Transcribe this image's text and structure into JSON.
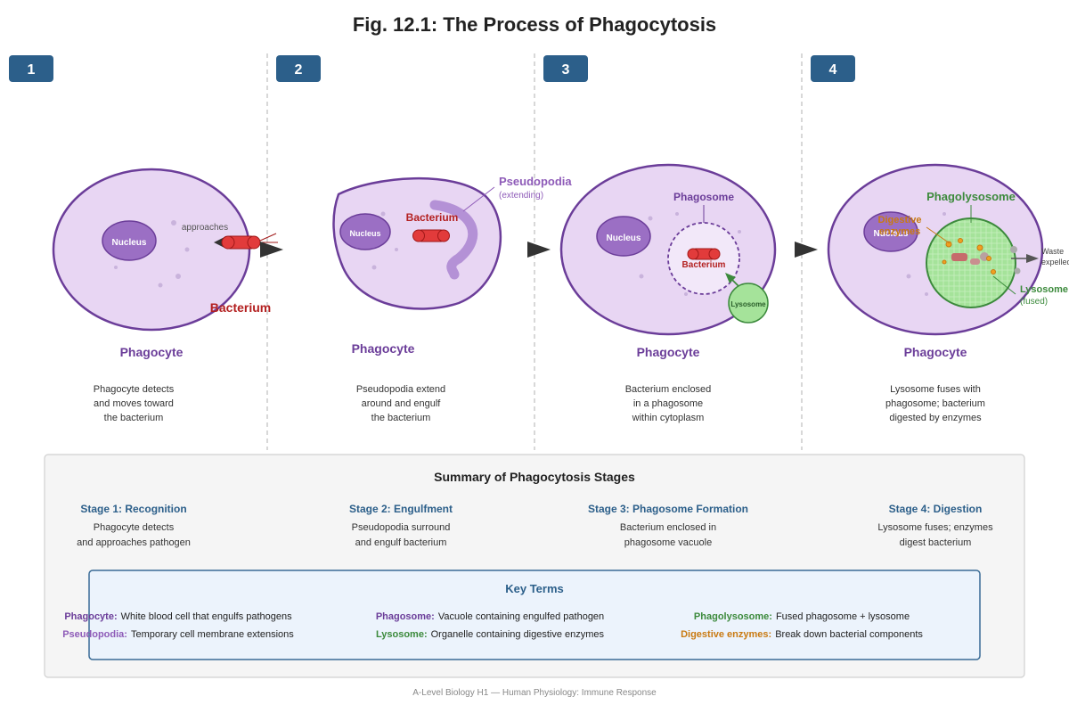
{
  "title": "Fig. 12.1: The Process of Phagocytosis",
  "colors": {
    "cell_fill": "#e8d6f3",
    "cell_stroke": "#6b3d99",
    "nucleus_fill": "#9b6fc4",
    "bacterium": "#e23b3b",
    "bacterium_text": "#b32020",
    "lysosome_fill": "#a5e39a",
    "lysosome_stroke": "#3c8a3c",
    "badge": "#2c5f8a",
    "purple_label": "#6b3d99",
    "pseudopodia_label": "#8e5bb8",
    "orange": "#c97a12",
    "green_label": "#3c8a3c"
  },
  "stages": [
    {
      "number": "1",
      "nucleus": "Nucleus",
      "bacterium": "Bacterium",
      "approaches": "approaches",
      "cell_label": "Phagocyte",
      "description": [
        "Phagocyte detects",
        "and moves toward",
        "the bacterium"
      ]
    },
    {
      "number": "2",
      "nucleus": "Nucleus",
      "bacterium": "Bacterium",
      "pseudopodia": "Pseudopodia",
      "pseudopodia_note": "(extending)",
      "cell_label": "Phagocyte",
      "description": [
        "Pseudopodia extend",
        "around and engulf",
        "the bacterium"
      ]
    },
    {
      "number": "3",
      "nucleus": "Nucleus",
      "phagosome": "Phagosome",
      "bacterium": "Bacterium",
      "lysosome": "Lysosome",
      "cell_label": "Phagocyte",
      "description": [
        "Bacterium enclosed",
        "in a phagosome",
        "within cytoplasm"
      ]
    },
    {
      "number": "4",
      "nucleus": "Nucleus",
      "phagolysosome": "Phagolysosome",
      "enzymes": [
        "Digestive",
        "enzymes"
      ],
      "lysosome": "Lysosome",
      "lysosome_note": "(fused)",
      "waste": [
        "Waste",
        "expelled"
      ],
      "cell_label": "Phagocyte",
      "description": [
        "Lysosome fuses with",
        "phagosome; bacterium",
        "digested by enzymes"
      ]
    }
  ],
  "summary": {
    "title": "Summary of Phagocytosis Stages",
    "stages": [
      {
        "title": "Stage 1: Recognition",
        "lines": [
          "Phagocyte detects",
          "and approaches pathogen"
        ]
      },
      {
        "title": "Stage 2: Engulfment",
        "lines": [
          "Pseudopodia surround",
          "and engulf bacterium"
        ]
      },
      {
        "title": "Stage 3: Phagosome Formation",
        "lines": [
          "Bacterium enclosed in",
          "phagosome vacuole"
        ]
      },
      {
        "title": "Stage 4: Digestion",
        "lines": [
          "Lysosome fuses; enzymes",
          "digest bacterium"
        ]
      }
    ]
  },
  "key_terms": {
    "title": "Key Terms",
    "terms": [
      {
        "term": "Phagocyte:",
        "definition": "White blood cell that engulfs pathogens",
        "color": "#6b3d99"
      },
      {
        "term": "Phagosome:",
        "definition": "Vacuole containing engulfed pathogen",
        "color": "#6b3d99"
      },
      {
        "term": "Phagolysosome:",
        "definition": "Fused phagosome + lysosome",
        "color": "#3c8a3c"
      },
      {
        "term": "Pseudopodia:",
        "definition": "Temporary cell membrane extensions",
        "color": "#8e5bb8"
      },
      {
        "term": "Lysosome:",
        "definition": "Organelle containing digestive enzymes",
        "color": "#3c8a3c"
      },
      {
        "term": "Digestive enzymes:",
        "definition": "Break down bacterial components",
        "color": "#c97a12"
      }
    ]
  },
  "footer": "A-Level Biology H1 — Human Physiology: Immune Response"
}
